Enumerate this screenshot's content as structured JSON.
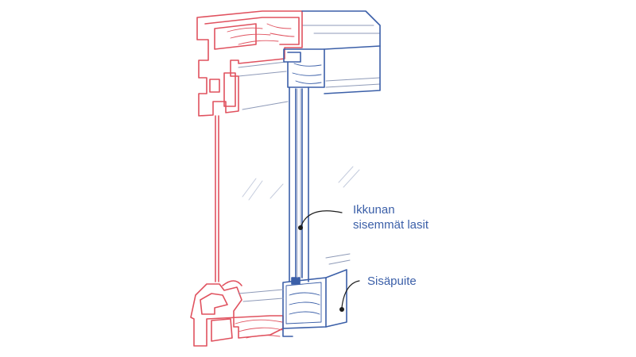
{
  "callouts": {
    "inner_glass": {
      "line1": "Ikkunan",
      "line2": "sisemmät lasit"
    },
    "inner_sash": {
      "label": "Sisäpuite"
    }
  },
  "colors": {
    "outer_frame": "#e0525f",
    "inner_frame": "#3b5fa8",
    "glass": "#9aa6c4",
    "glass_light": "#c5ccdd",
    "dot": "#1e1e1e",
    "label": "#3b5fa8"
  }
}
